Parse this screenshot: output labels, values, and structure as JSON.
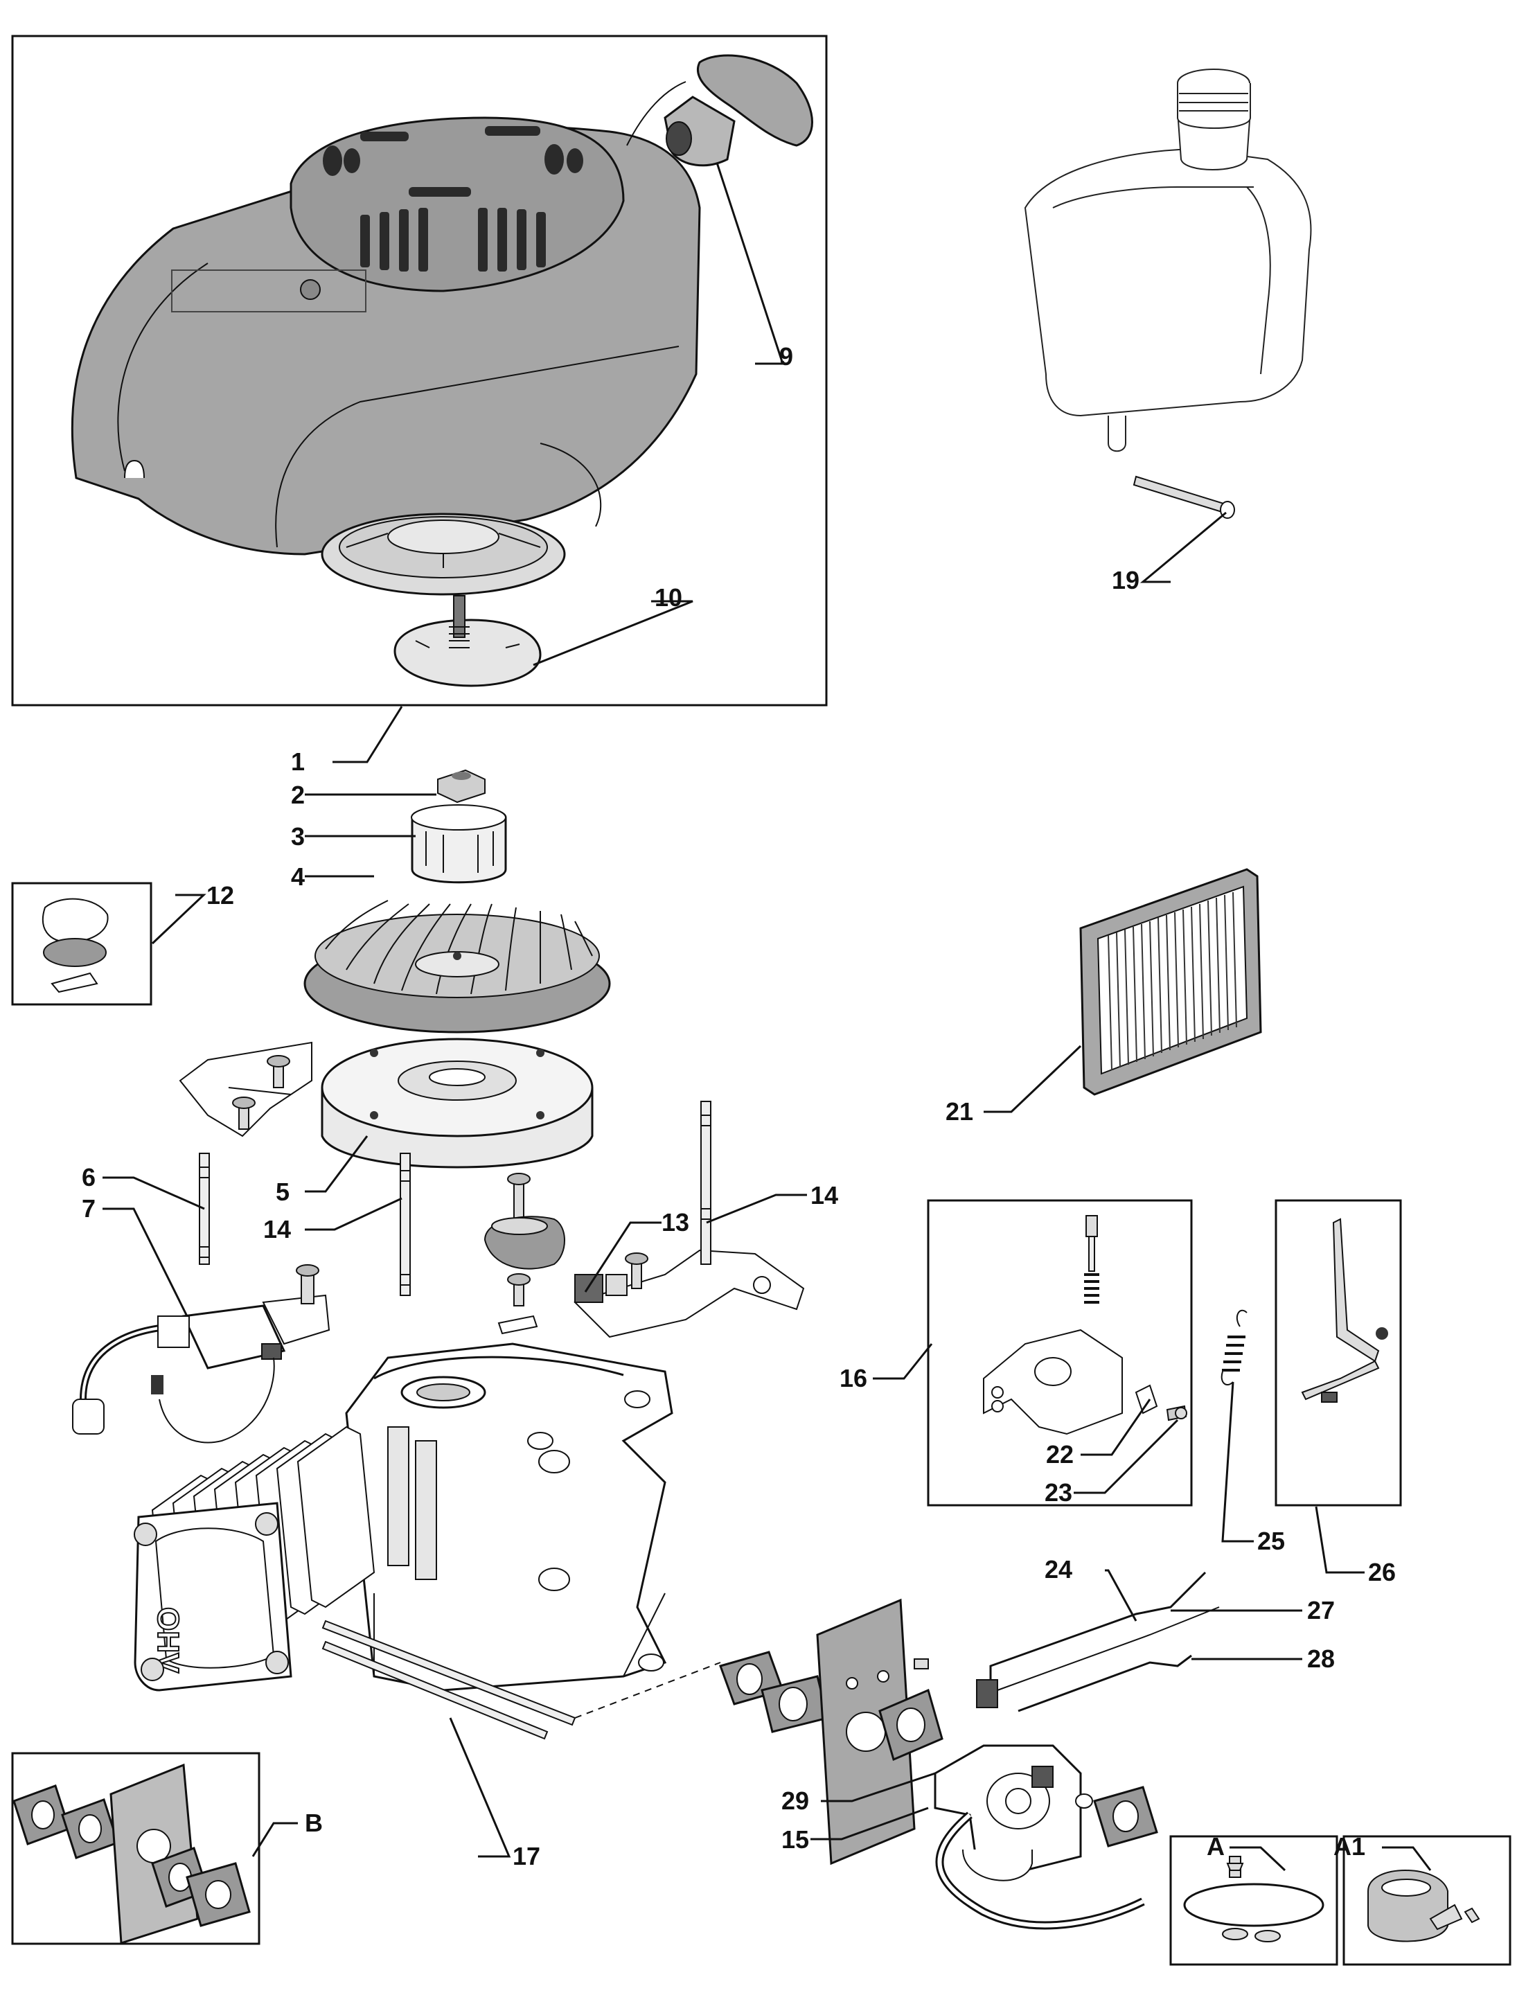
{
  "callouts": {
    "c1": "1",
    "c2": "2",
    "c3": "3",
    "c4": "4",
    "c5": "5",
    "c6": "6",
    "c7": "7",
    "c9": "9",
    "c10": "10",
    "c12": "12",
    "c13": "13",
    "c14a": "14",
    "c14b": "14",
    "c15": "15",
    "c16": "16",
    "c17": "17",
    "c19": "19",
    "c21": "21",
    "c22": "22",
    "c23": "23",
    "c24": "24",
    "c25": "25",
    "c26": "26",
    "c27": "27",
    "c28": "28",
    "c29": "29",
    "cA": "A",
    "cA1": "A1",
    "cB": "B"
  },
  "colors": {
    "part_fill": "#a3a3a3",
    "part_fill_light": "#c8c8c8",
    "line": "#111111",
    "background": "#ffffff"
  }
}
